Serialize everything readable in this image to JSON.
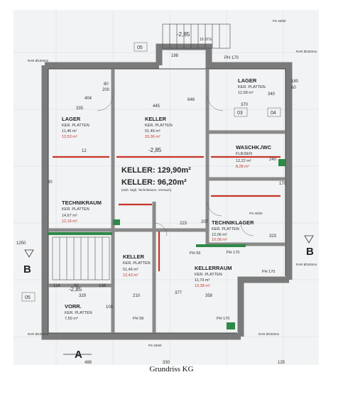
{
  "caption": "Grundriss KG",
  "summary": {
    "keller_total": "KELLER: 129,90m²",
    "keller_net": "KELLER: 96,20m²",
    "keller_note": "(exkl. Stgh, Technikraum, Vorraum)"
  },
  "rooms": {
    "lager_left": {
      "name": "LAGER",
      "finish": "KER. PLATTEN",
      "area1": "11,46 m²",
      "area2": "13,53 m²"
    },
    "keller_main": {
      "name": "KELLER",
      "finish": "KER. PLATTEN",
      "area1": "51,46 m²",
      "area2": "33,36 m²"
    },
    "lager_right": {
      "name": "LAGER",
      "finish": "KER. PLATTEN",
      "area1": "12,58 m²"
    },
    "waschk": {
      "name": "WASCHK./WC",
      "finish": "FLIESEN",
      "area1": "12,22 m²",
      "area2": "8,28 m²"
    },
    "technik_left": {
      "name": "TECHNIKRAUM",
      "finish": "KER. PLATTEN",
      "area1": "14,67 m²",
      "area2": "12,16 m²"
    },
    "technik_right": {
      "name": "TECHNIKLAGER",
      "finish": "KER. PLATTEN",
      "area1": "12,06 m²",
      "area2": "10,08 m²"
    },
    "keller_small": {
      "name": "KELLER",
      "finish": "KER. PLATTEN",
      "area1": "51,46 m²",
      "area2": "12,43 m²"
    },
    "kellerraum": {
      "name": "KELLERRAUM",
      "finish": "KER. PLATTEN",
      "area1": "11,73 m²",
      "area2": "13,38 m²"
    },
    "vorr": {
      "name": "VORR.",
      "finish": "KER. PLATTEN",
      "area1": "7,50 m²"
    }
  },
  "section_marks": {
    "left": "B",
    "right": "B",
    "bottom": "A"
  },
  "levels": {
    "top": "-2,85",
    "center": "-2,85",
    "bottom_left": "-2,85"
  },
  "labels": {
    "top_stair": "15 STG",
    "ph_top": "PH 170",
    "ph_99_a": "PH 99",
    "ph_99_b": "PH 99",
    "ph_170_b": "PH 170",
    "ph_170_c": "PH 170",
    "ph_170_d": "PH 170",
    "ps_top": "PS 40/60",
    "ps_mid": "PS 40/60",
    "ps_bottom": "PS 40/60",
    "rar_tl": "RAR Ø100mm",
    "rar_tr": "RAR Ø100mm",
    "rar_bl": "RAR Ø100mm",
    "rar_br": "RAR Ø100mm",
    "rar_mid_r": "RAR Ø100mm",
    "box_05_top": "05",
    "box_05_left": "05",
    "box_03": "03",
    "box_04": "04"
  },
  "dimensions": {
    "d335": "335",
    "d445": "445",
    "d646": "646",
    "d370": "370",
    "d340": "340",
    "d180": "180",
    "d60": "60",
    "d80": "80",
    "d200": "200",
    "d1250": "1250",
    "d223": "223",
    "d207": "207",
    "d377": "377",
    "d358": "358",
    "d210": "210",
    "d329": "329",
    "d114": "114",
    "d95": "95",
    "d138": "138",
    "d100": "100",
    "d30": "30",
    "d240": "240",
    "d323": "323",
    "d170": "170",
    "d198": "198",
    "d488": "488",
    "d330": "330",
    "d125": "125",
    "d404": "404",
    "d12": "12"
  }
}
